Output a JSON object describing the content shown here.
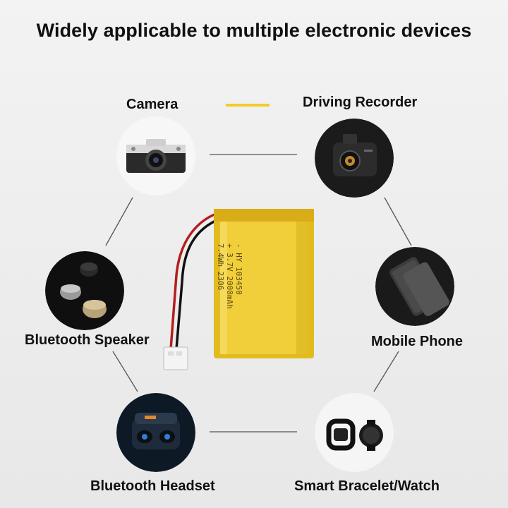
{
  "headline": "Widely applicable to multiple electronic devices",
  "accent_color": "#f2cd2a",
  "devices": [
    {
      "label": "Camera",
      "icon": "camera-icon"
    },
    {
      "label": "Driving Recorder",
      "icon": "dashcam-icon"
    },
    {
      "label": "Bluetooth Speaker",
      "icon": "speaker-icon"
    },
    {
      "label": "Mobile Phone",
      "icon": "phone-icon"
    },
    {
      "label": "Bluetooth Headset",
      "icon": "earbuds-icon"
    },
    {
      "label": "Smart Bracelet/Watch",
      "icon": "watch-icon"
    }
  ],
  "battery": {
    "line1": "- HY 103450",
    "line2": "+ 3.7V 2000mAh",
    "line3": "7.4Wh 2306"
  }
}
